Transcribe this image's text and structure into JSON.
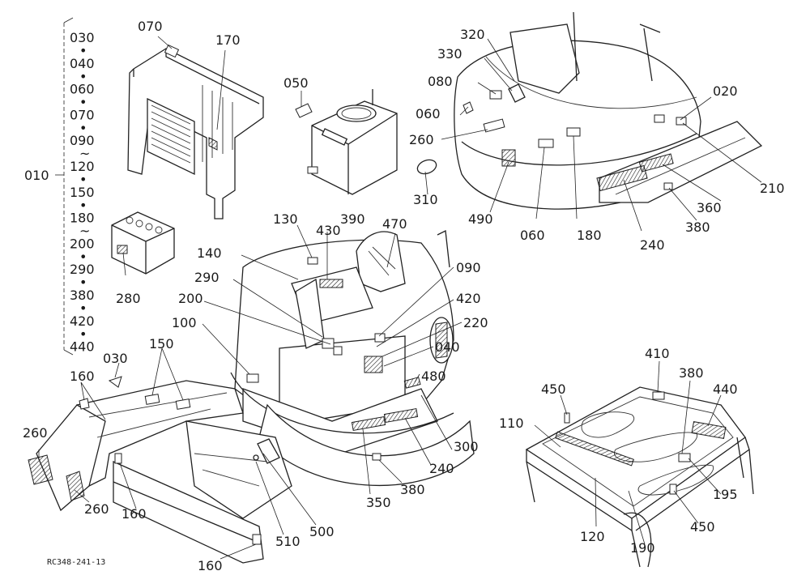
{
  "figure_code": "RC348-241-13",
  "bracket_list": [
    "030",
    "040",
    "060",
    "070",
    "090",
    "120",
    "150",
    "180",
    "200",
    "290",
    "380",
    "420",
    "440"
  ],
  "bracket_separators": [
    "•",
    "•",
    "•",
    "•",
    "~",
    "•",
    "•",
    "~",
    "•",
    "•",
    "•",
    "•"
  ],
  "bracket_label": "010",
  "callouts": [
    {
      "id": "070a",
      "text": "070"
    },
    {
      "id": "170",
      "text": "170"
    },
    {
      "id": "050",
      "text": "050"
    },
    {
      "id": "320",
      "text": "320"
    },
    {
      "id": "330",
      "text": "330"
    },
    {
      "id": "080",
      "text": "080"
    },
    {
      "id": "060a",
      "text": "060"
    },
    {
      "id": "260a",
      "text": "260"
    },
    {
      "id": "020",
      "text": "020"
    },
    {
      "id": "210",
      "text": "210"
    },
    {
      "id": "360",
      "text": "360"
    },
    {
      "id": "380a",
      "text": "380"
    },
    {
      "id": "310",
      "text": "310"
    },
    {
      "id": "490",
      "text": "490"
    },
    {
      "id": "060b",
      "text": "060"
    },
    {
      "id": "180",
      "text": "180"
    },
    {
      "id": "240a",
      "text": "240"
    },
    {
      "id": "130",
      "text": "130"
    },
    {
      "id": "430",
      "text": "430"
    },
    {
      "id": "390",
      "text": "390"
    },
    {
      "id": "470",
      "text": "470"
    },
    {
      "id": "140",
      "text": "140"
    },
    {
      "id": "290",
      "text": "290"
    },
    {
      "id": "090",
      "text": "090"
    },
    {
      "id": "200",
      "text": "200"
    },
    {
      "id": "420",
      "text": "420"
    },
    {
      "id": "280",
      "text": "280"
    },
    {
      "id": "100",
      "text": "100"
    },
    {
      "id": "220",
      "text": "220"
    },
    {
      "id": "040",
      "text": "040"
    },
    {
      "id": "030",
      "text": "030"
    },
    {
      "id": "150",
      "text": "150"
    },
    {
      "id": "160a",
      "text": "160"
    },
    {
      "id": "480",
      "text": "480"
    },
    {
      "id": "260b",
      "text": "260"
    },
    {
      "id": "300",
      "text": "300"
    },
    {
      "id": "240b",
      "text": "240"
    },
    {
      "id": "260c",
      "text": "260"
    },
    {
      "id": "160b",
      "text": "160"
    },
    {
      "id": "380b",
      "text": "380"
    },
    {
      "id": "350",
      "text": "350"
    },
    {
      "id": "500",
      "text": "500"
    },
    {
      "id": "510",
      "text": "510"
    },
    {
      "id": "160c",
      "text": "160"
    },
    {
      "id": "410",
      "text": "410"
    },
    {
      "id": "380c",
      "text": "380"
    },
    {
      "id": "450a",
      "text": "450"
    },
    {
      "id": "440",
      "text": "440"
    },
    {
      "id": "110",
      "text": "110"
    },
    {
      "id": "195",
      "text": "195"
    },
    {
      "id": "450b",
      "text": "450"
    },
    {
      "id": "120",
      "text": "120"
    },
    {
      "id": "190",
      "text": "190"
    }
  ]
}
